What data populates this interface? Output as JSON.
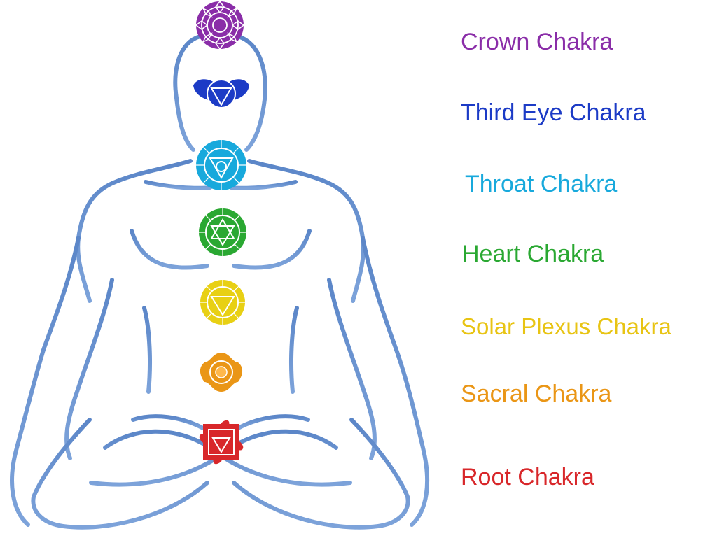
{
  "chakras": [
    {
      "key": "crown",
      "label": "Crown Chakra",
      "color": "#8a2da8",
      "symbol": "thousand-petal-lotus-icon"
    },
    {
      "key": "third",
      "label": "Third Eye Chakra",
      "color": "#1c3bc6",
      "symbol": "two-petal-lotus-icon"
    },
    {
      "key": "throat",
      "label": "Throat Chakra",
      "color": "#18a9dc",
      "symbol": "sixteen-petal-lotus-icon"
    },
    {
      "key": "heart",
      "label": "Heart Chakra",
      "color": "#2aa832",
      "symbol": "twelve-petal-lotus-icon"
    },
    {
      "key": "solar",
      "label": "Solar Plexus Chakra",
      "color": "#e8c414",
      "symbol": "ten-petal-lotus-icon"
    },
    {
      "key": "sacral",
      "label": "Sacral Chakra",
      "color": "#ea9616",
      "symbol": "six-petal-lotus-icon"
    },
    {
      "key": "root",
      "label": "Root Chakra",
      "color": "#d8272a",
      "symbol": "four-petal-lotus-icon"
    }
  ],
  "figure": {
    "outline_color": "#5b86c8",
    "outline_light": "#a9c1e6"
  }
}
